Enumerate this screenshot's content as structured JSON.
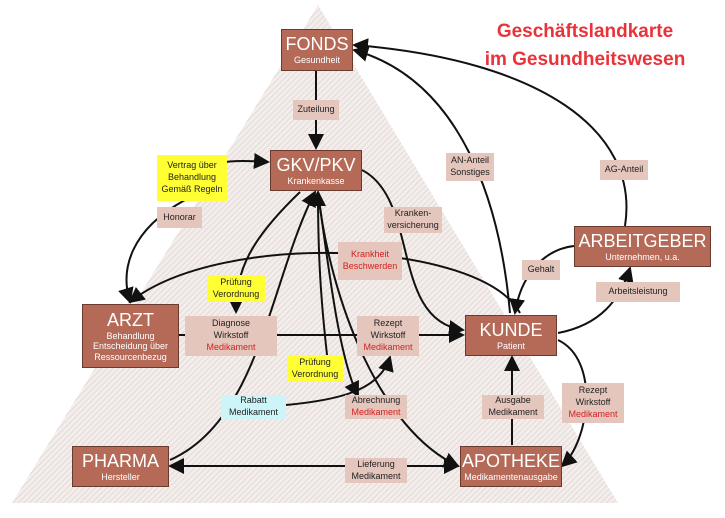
{
  "title": {
    "line1": "Geschäftslandkarte",
    "line2": "im Gesundheitswesen",
    "color": "#e8333a"
  },
  "nodes": {
    "fonds": {
      "title": "FONDS",
      "subtitle": "Gesundheit"
    },
    "gkv": {
      "title": "GKV/PKV",
      "subtitle": "Krankenkasse"
    },
    "arbeitgeber": {
      "title": "ARBEITGEBER",
      "subtitle": "Unternehmen, u.a."
    },
    "arzt": {
      "title": "ARZT",
      "line1": "Behandlung",
      "line2": "Entscheidung über",
      "line3": "Ressourcenbezug"
    },
    "kunde": {
      "title": "KUNDE",
      "subtitle": "Patient"
    },
    "pharma": {
      "title": "PHARMA",
      "subtitle": "Hersteller"
    },
    "apotheke": {
      "title": "APOTHEKE",
      "subtitle": "Medikamentenausgabe"
    }
  },
  "labels": {
    "zuteilung": "Zuteilung",
    "vertrag": [
      "Vertrag über",
      "Behandlung",
      "Gemäß Regeln"
    ],
    "honorar": "Honorar",
    "an_anteil": [
      "AN-Anteil",
      "Sonstiges"
    ],
    "ag_anteil": "AG-Anteil",
    "krankenversicherung": [
      "Kranken-",
      "versicherung"
    ],
    "krankheit": [
      "Krankheit",
      "Beschwerden"
    ],
    "gehalt": "Gehalt",
    "arbeitsleistung": "Arbeitsleistung",
    "pruefung1": [
      "Prüfung",
      "Verordnung"
    ],
    "diagnose": [
      "Diagnose",
      "Wirkstoff",
      "Medikament"
    ],
    "rezept1": [
      "Rezept",
      "Wirkstoff",
      "Medikament"
    ],
    "pruefung2": [
      "Prüfung",
      "Verordnung"
    ],
    "rabatt": [
      "Rabatt",
      "Medikament"
    ],
    "abrechnung": [
      "Abrechnung",
      "Medikament"
    ],
    "ausgabe": [
      "Ausgabe",
      "Medikament"
    ],
    "rezept2": [
      "Rezept",
      "Wirkstoff",
      "Medikament"
    ],
    "lieferung": [
      "Lieferung",
      "Medikament"
    ]
  }
}
